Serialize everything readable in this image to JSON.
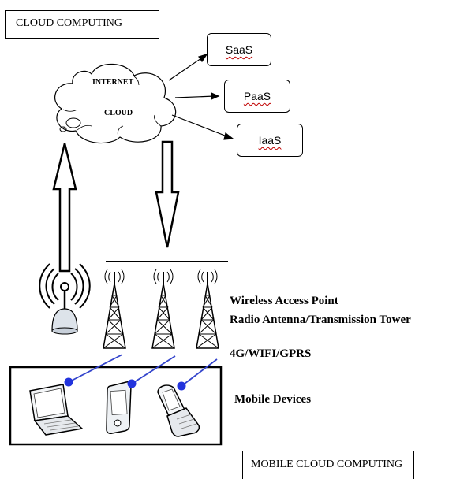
{
  "title_top": "CLOUD COMPUTING",
  "title_bottom": "MOBILE CLOUD COMPUTING",
  "cloud": {
    "line1": "INTERNET",
    "line2": "CLOUD"
  },
  "services": [
    "SaaS",
    "PaaS",
    "IaaS"
  ],
  "labels": {
    "access_point": "Wireless Access Point",
    "tower": "Radio Antenna/Transmission Tower",
    "network": "4G/WIFI/GPRS",
    "devices": "Mobile Devices"
  },
  "colors": {
    "line": "#000000",
    "link": "#3344cc",
    "node": "#2233dd",
    "spellcheck": "#c00000"
  }
}
